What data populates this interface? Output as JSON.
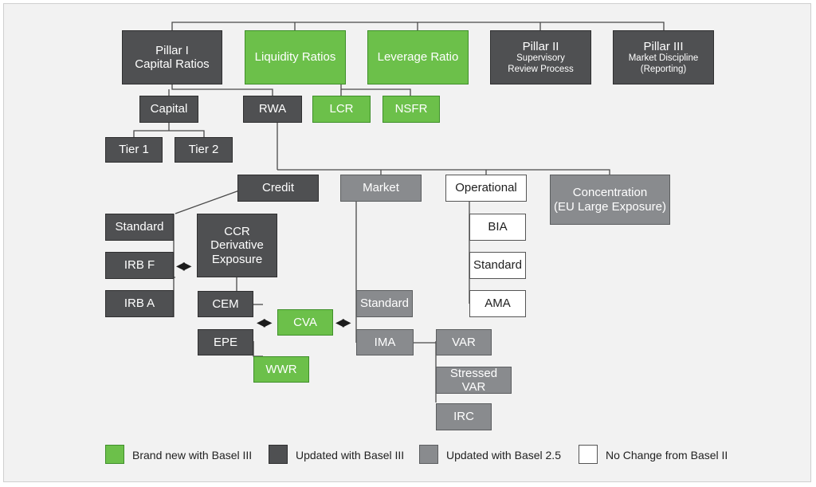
{
  "pillars": {
    "pillar1": {
      "title": "Pillar I",
      "subtitle": "Capital Ratios"
    },
    "liquidity": "Liquidity Ratios",
    "leverage": "Leverage Ratio",
    "pillar2": {
      "title": "Pillar II",
      "line1": "Supervisory",
      "line2": "Review Process"
    },
    "pillar3": {
      "title": "Pillar III",
      "line1": "Market Discipline",
      "line2": "(Reporting)"
    }
  },
  "level2": {
    "capital": "Capital",
    "rwa": "RWA",
    "lcr": "LCR",
    "nsfr": "NSFR",
    "tier1": "Tier 1",
    "tier2": "Tier 2"
  },
  "risks": {
    "credit": "Credit",
    "market": "Market",
    "operational": "Operational",
    "concentration": {
      "line1": "Concentration",
      "line2": "(EU Large Exposure)"
    }
  },
  "credit": {
    "standard": "Standard",
    "irbf": "IRB F",
    "irba": "IRB A",
    "ccr": {
      "line1": "CCR",
      "line2": "Derivative",
      "line3": "Exposure"
    },
    "cem": "CEM",
    "epe": "EPE",
    "cva": "CVA",
    "wwr": "WWR"
  },
  "market": {
    "standard": "Standard",
    "ima": "IMA",
    "var": "VAR",
    "stressed_var": "Stressed VAR",
    "irc": "IRC"
  },
  "operational": {
    "bia": "BIA",
    "standard": "Standard",
    "ama": "AMA"
  },
  "legend": [
    {
      "label": "Brand new with Basel III",
      "color": "#6cc04a"
    },
    {
      "label": "Updated with Basel III",
      "color": "#4f5052"
    },
    {
      "label": "Updated with Basel 2.5",
      "color": "#898b8e"
    },
    {
      "label": "No Change from Basel II",
      "color": "#ffffff"
    }
  ],
  "colors": {
    "green": "#6cc04a",
    "dark": "#4f5052",
    "mid": "#898b8e",
    "white": "#ffffff"
  },
  "icons": {
    "double_arrow": "double-arrow-icon"
  }
}
